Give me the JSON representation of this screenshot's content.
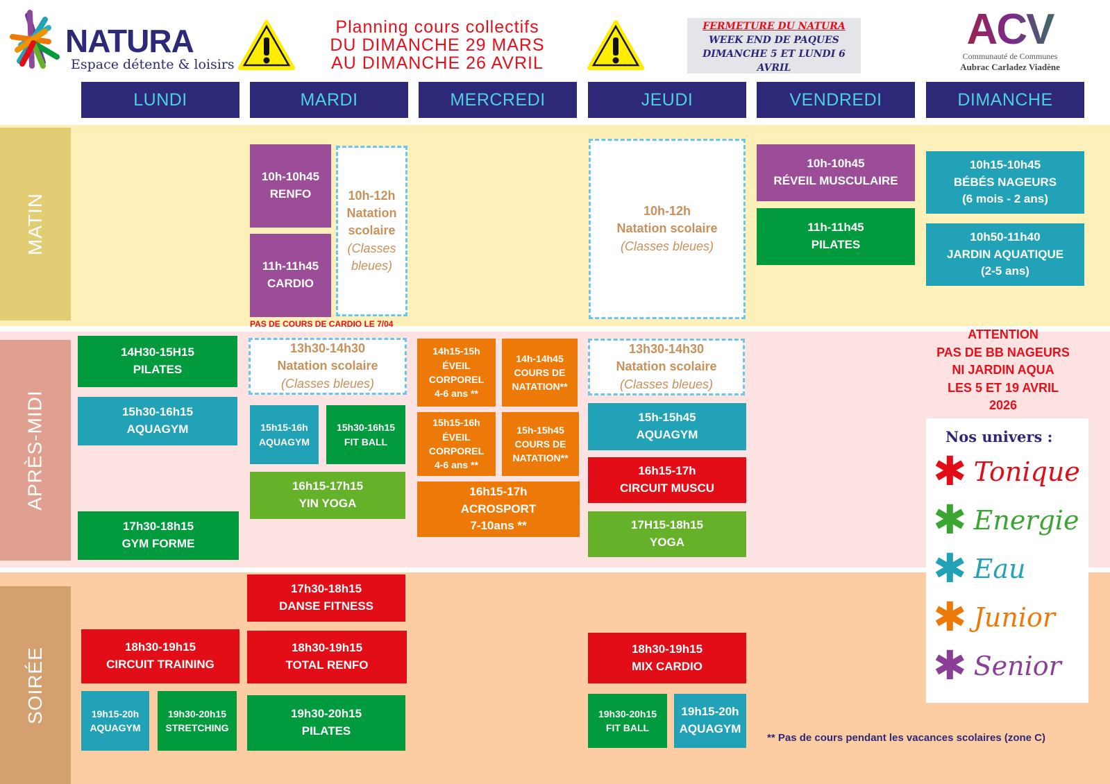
{
  "header": {
    "logo_name": "NATURA",
    "logo_tagline": "Espace détente & loisirs",
    "title": [
      "Planning cours collectifs",
      "DU DIMANCHE 29 MARS",
      "AU DIMANCHE 26 AVRIL"
    ],
    "closing": {
      "heading": "FERMETURE DU NATURA",
      "lines": [
        "WEEK END DE PAQUES",
        "DIMANCHE 5 ET LUNDI 6",
        "AVRIL"
      ]
    },
    "acv": {
      "name": "ACV",
      "line1": "Communauté de Communes",
      "line2": "Aubrac Carladez Viadène"
    }
  },
  "days": [
    "LUNDI",
    "MARDI",
    "MERCREDI",
    "JEUDI",
    "VENDREDI",
    "DIMANCHE"
  ],
  "sections": {
    "matin": "MATIN",
    "apm": "APRÈS-MIDI",
    "soir": "SOIRÉE"
  },
  "colors": {
    "purple": "#9b4d97",
    "green": "#019a3d",
    "teal": "#21a2b6",
    "lime": "#66b12a",
    "orange": "#ed7a08",
    "red": "#e30d17",
    "navy": "#2e2878"
  },
  "blocks": [
    {
      "id": "m1",
      "style": "purple",
      "lines": [
        "10h-10h45",
        "RENFO"
      ]
    },
    {
      "id": "m2",
      "style": "purple",
      "lines": [
        "11h-11h45",
        "CARDIO"
      ]
    },
    {
      "id": "m3",
      "style": "dashed",
      "lines": [
        "10h-12h",
        "Natation",
        "scolaire"
      ],
      "italic": [
        "(Classes",
        "bleues)"
      ]
    },
    {
      "id": "j1",
      "style": "dashed",
      "lines": [
        "10h-12h",
        "Natation scolaire"
      ],
      "italic": [
        "(Classes bleues)"
      ]
    },
    {
      "id": "v1",
      "style": "purple",
      "lines": [
        "10h-10h45",
        "RÉVEIL MUSCULAIRE"
      ]
    },
    {
      "id": "v2",
      "style": "green",
      "lines": [
        "11h-11h45",
        "PILATES"
      ]
    },
    {
      "id": "d1",
      "style": "teal",
      "lines": [
        "10h15-10h45",
        "BÉBÉS NAGEURS",
        "(6 mois - 2 ans)"
      ]
    },
    {
      "id": "d2",
      "style": "teal",
      "lines": [
        "10h50-11h40",
        "JARDIN AQUATIQUE",
        "(2-5 ans)"
      ]
    },
    {
      "id": "l1",
      "style": "green",
      "lines": [
        "14H30-15H15",
        "PILATES"
      ]
    },
    {
      "id": "l2",
      "style": "teal",
      "lines": [
        "15h30-16h15",
        "AQUAGYM"
      ]
    },
    {
      "id": "l3",
      "style": "green",
      "lines": [
        "17h30-18h15",
        "GYM FORME"
      ]
    },
    {
      "id": "ma1",
      "style": "dashed",
      "lines": [
        "13h30-14h30",
        "Natation scolaire"
      ],
      "italic": [
        "(Classes bleues)"
      ]
    },
    {
      "id": "ma2",
      "style": "teal small",
      "lines": [
        "15h15-16h",
        "AQUAGYM"
      ]
    },
    {
      "id": "ma3",
      "style": "green small",
      "lines": [
        "15h30-16h15",
        "FIT BALL"
      ]
    },
    {
      "id": "ma4",
      "style": "lime",
      "lines": [
        "16h15-17h15",
        "YIN YOGA"
      ]
    },
    {
      "id": "me1",
      "style": "orange small",
      "lines": [
        "14h15-15h",
        "ÉVEIL",
        "CORPOREL",
        "4-6 ans **"
      ]
    },
    {
      "id": "me2",
      "style": "orange small",
      "lines": [
        "14h-14h45",
        "COURS DE",
        "NATATION**"
      ]
    },
    {
      "id": "me3",
      "style": "orange small",
      "lines": [
        "15h15-16h",
        "ÉVEIL",
        "CORPOREL",
        "4-6 ans **"
      ]
    },
    {
      "id": "me4",
      "style": "orange small",
      "lines": [
        "15h-15h45",
        "COURS DE",
        "NATATION**"
      ]
    },
    {
      "id": "me5",
      "style": "orange",
      "lines": [
        "16h15-17h",
        "ACROSPORT",
        "7-10ans **"
      ]
    },
    {
      "id": "j2",
      "style": "dashed",
      "lines": [
        "13h30-14h30",
        "Natation scolaire"
      ],
      "italic": [
        "(Classes bleues)"
      ]
    },
    {
      "id": "j3",
      "style": "teal",
      "lines": [
        "15h-15h45",
        "AQUAGYM"
      ]
    },
    {
      "id": "j4",
      "style": "red",
      "lines": [
        "16h15-17h",
        "CIRCUIT MUSCU"
      ]
    },
    {
      "id": "j5",
      "style": "lime",
      "lines": [
        "17H15-18h15",
        "YOGA"
      ]
    },
    {
      "id": "s1",
      "style": "red",
      "lines": [
        "17h30-18h15",
        "DANSE FITNESS"
      ]
    },
    {
      "id": "s2",
      "style": "red",
      "lines": [
        "18h30-19h15",
        "TOTAL RENFO"
      ]
    },
    {
      "id": "s3",
      "style": "green",
      "lines": [
        "19h30-20h15",
        "PILATES"
      ]
    },
    {
      "id": "s4",
      "style": "red",
      "lines": [
        "18h30-19h15",
        "CIRCUIT TRAINING"
      ]
    },
    {
      "id": "s5",
      "style": "teal small",
      "lines": [
        "19h15-20h",
        "AQUAGYM"
      ]
    },
    {
      "id": "s6",
      "style": "green small",
      "lines": [
        "19h30-20h15",
        "STRETCHING"
      ]
    },
    {
      "id": "s7",
      "style": "red",
      "lines": [
        "18h30-19h15",
        "MIX CARDIO"
      ]
    },
    {
      "id": "s8",
      "style": "green small",
      "lines": [
        "19h30-20h15",
        "FIT BALL"
      ]
    },
    {
      "id": "s9",
      "style": "teal",
      "lines": [
        "19h15-20h",
        "AQUAGYM"
      ]
    }
  ],
  "notes": {
    "cardio": "PAS DE COURS DE CARDIO LE 7/04",
    "attention": [
      "ATTENTION",
      "PAS DE BB NAGEURS",
      "NI JARDIN AQUA",
      "LES 5 ET 19 AVRIL",
      "2026"
    ],
    "footnote": "** Pas de cours pendant les vacances scolaires (zone C)"
  },
  "univers": {
    "title": "Nos univers :",
    "items": [
      {
        "name": "Tonique",
        "color": "#e30d17"
      },
      {
        "name": "Energie",
        "color": "#3aa532"
      },
      {
        "name": "Eau",
        "color": "#21a2b6"
      },
      {
        "name": "Junior",
        "color": "#ed7a08"
      },
      {
        "name": "Senior",
        "color": "#8a3f96"
      }
    ]
  }
}
